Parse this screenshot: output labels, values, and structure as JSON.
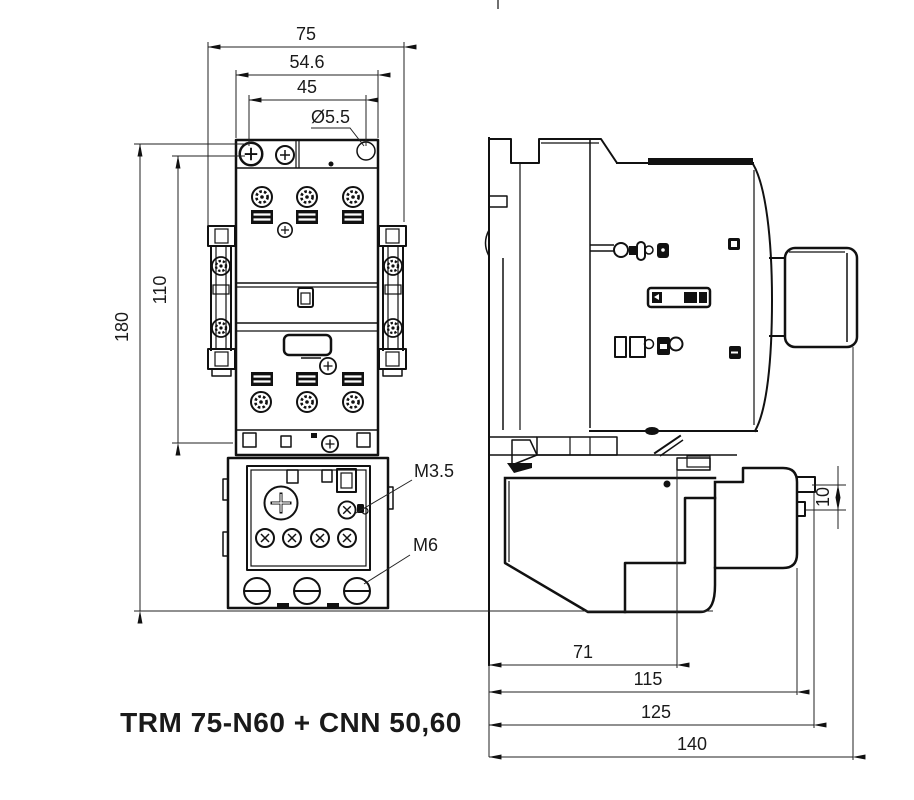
{
  "drawing_title": "TRM 75-N60 + CNN 50,60",
  "dimensions": {
    "top": {
      "overall_width": "75",
      "body_width": "54.6",
      "hole_spacing": "45",
      "hole_diameter": "Ø5.5"
    },
    "left": {
      "overall_height": "180",
      "mounting_height": "110"
    },
    "leaders": {
      "aux_terminal_screw": "M3.5",
      "main_terminal_screw": "M6"
    },
    "right": {
      "tab_offset": "10"
    },
    "bottom": {
      "depth_to_base": "71",
      "depth_to_relay_front": "115",
      "depth_to_terminal_tab": "125",
      "depth_overall": "140"
    }
  }
}
